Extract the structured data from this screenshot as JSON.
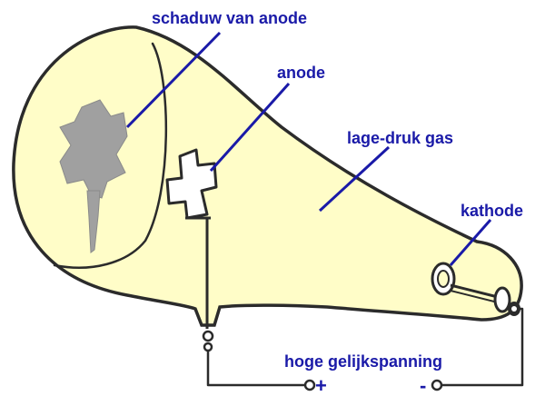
{
  "labels": {
    "shadow": "schaduw van anode",
    "anode": "anode",
    "gas": "lage-druk gas",
    "cathode": "kathode",
    "voltage": "hoge gelijkspanning"
  },
  "terminals": {
    "plus": "+",
    "minus": "-"
  },
  "colors": {
    "tube_fill": "#fffdc8",
    "label_blue": "#1a1aa8",
    "outline": "#2b2b2b",
    "shadow": "#9e9e9e"
  }
}
